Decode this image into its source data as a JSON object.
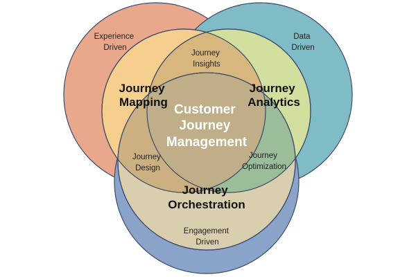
{
  "colors": {
    "outer_experience": "#e9a88c",
    "outer_data": "#7fbcc6",
    "outer_engagement": "#8aa3c9",
    "inner_mapping": "#f6cf8e",
    "inner_analytics": "#d2df9f",
    "inner_orchestration": "#d9cfae",
    "inner_overlap_top": "#d8b77f",
    "inner_overlap_left": "#cdb081",
    "inner_overlap_right": "#9cbd9a",
    "center": "#bfae87",
    "stroke": "#3b4a6b"
  },
  "outer": {
    "experience": [
      "Experience",
      "Driven"
    ],
    "data": [
      "Data",
      "Driven"
    ],
    "engagement": [
      "Engagement",
      "Driven"
    ]
  },
  "inner": {
    "mapping": [
      "Journey",
      "Mapping"
    ],
    "analytics": [
      "Journey",
      "Analytics"
    ],
    "orchestration": [
      "Journey",
      "Orchestration"
    ]
  },
  "overlaps": {
    "insights": [
      "Journey",
      "Insights"
    ],
    "design": [
      "Journey",
      "Design"
    ],
    "optimization": [
      "Journey",
      "Optimization"
    ]
  },
  "center": [
    "Customer",
    "Journey",
    "Management"
  ]
}
